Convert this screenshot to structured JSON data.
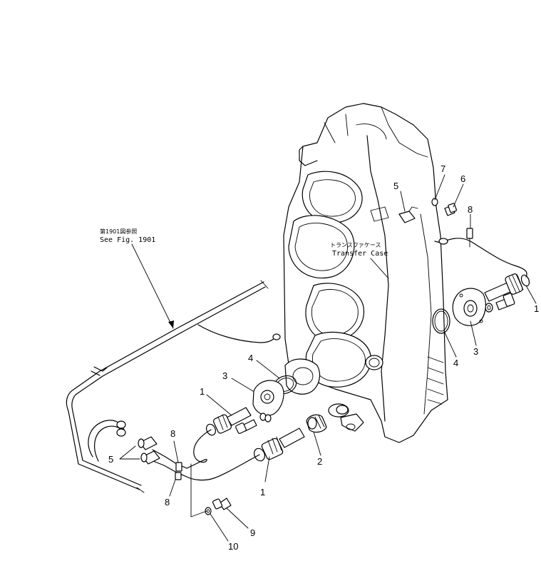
{
  "reference_note": {
    "japanese": "第1901図参照",
    "english": "See Fig. 1901"
  },
  "assembly_label": {
    "japanese": "トランスファケース",
    "english": "Transfer Case"
  },
  "callouts": {
    "right_1": "1",
    "right_3": "3",
    "right_4": "4",
    "right_5": "5",
    "right_6": "6",
    "right_7": "7",
    "right_8": "8",
    "left_1_upper": "1",
    "left_1_lower": "1",
    "left_2": "2",
    "left_3": "3",
    "left_4": "4",
    "left_5": "5",
    "left_8_upper": "8",
    "left_8_lower": "8",
    "left_9": "9",
    "left_10": "10"
  }
}
